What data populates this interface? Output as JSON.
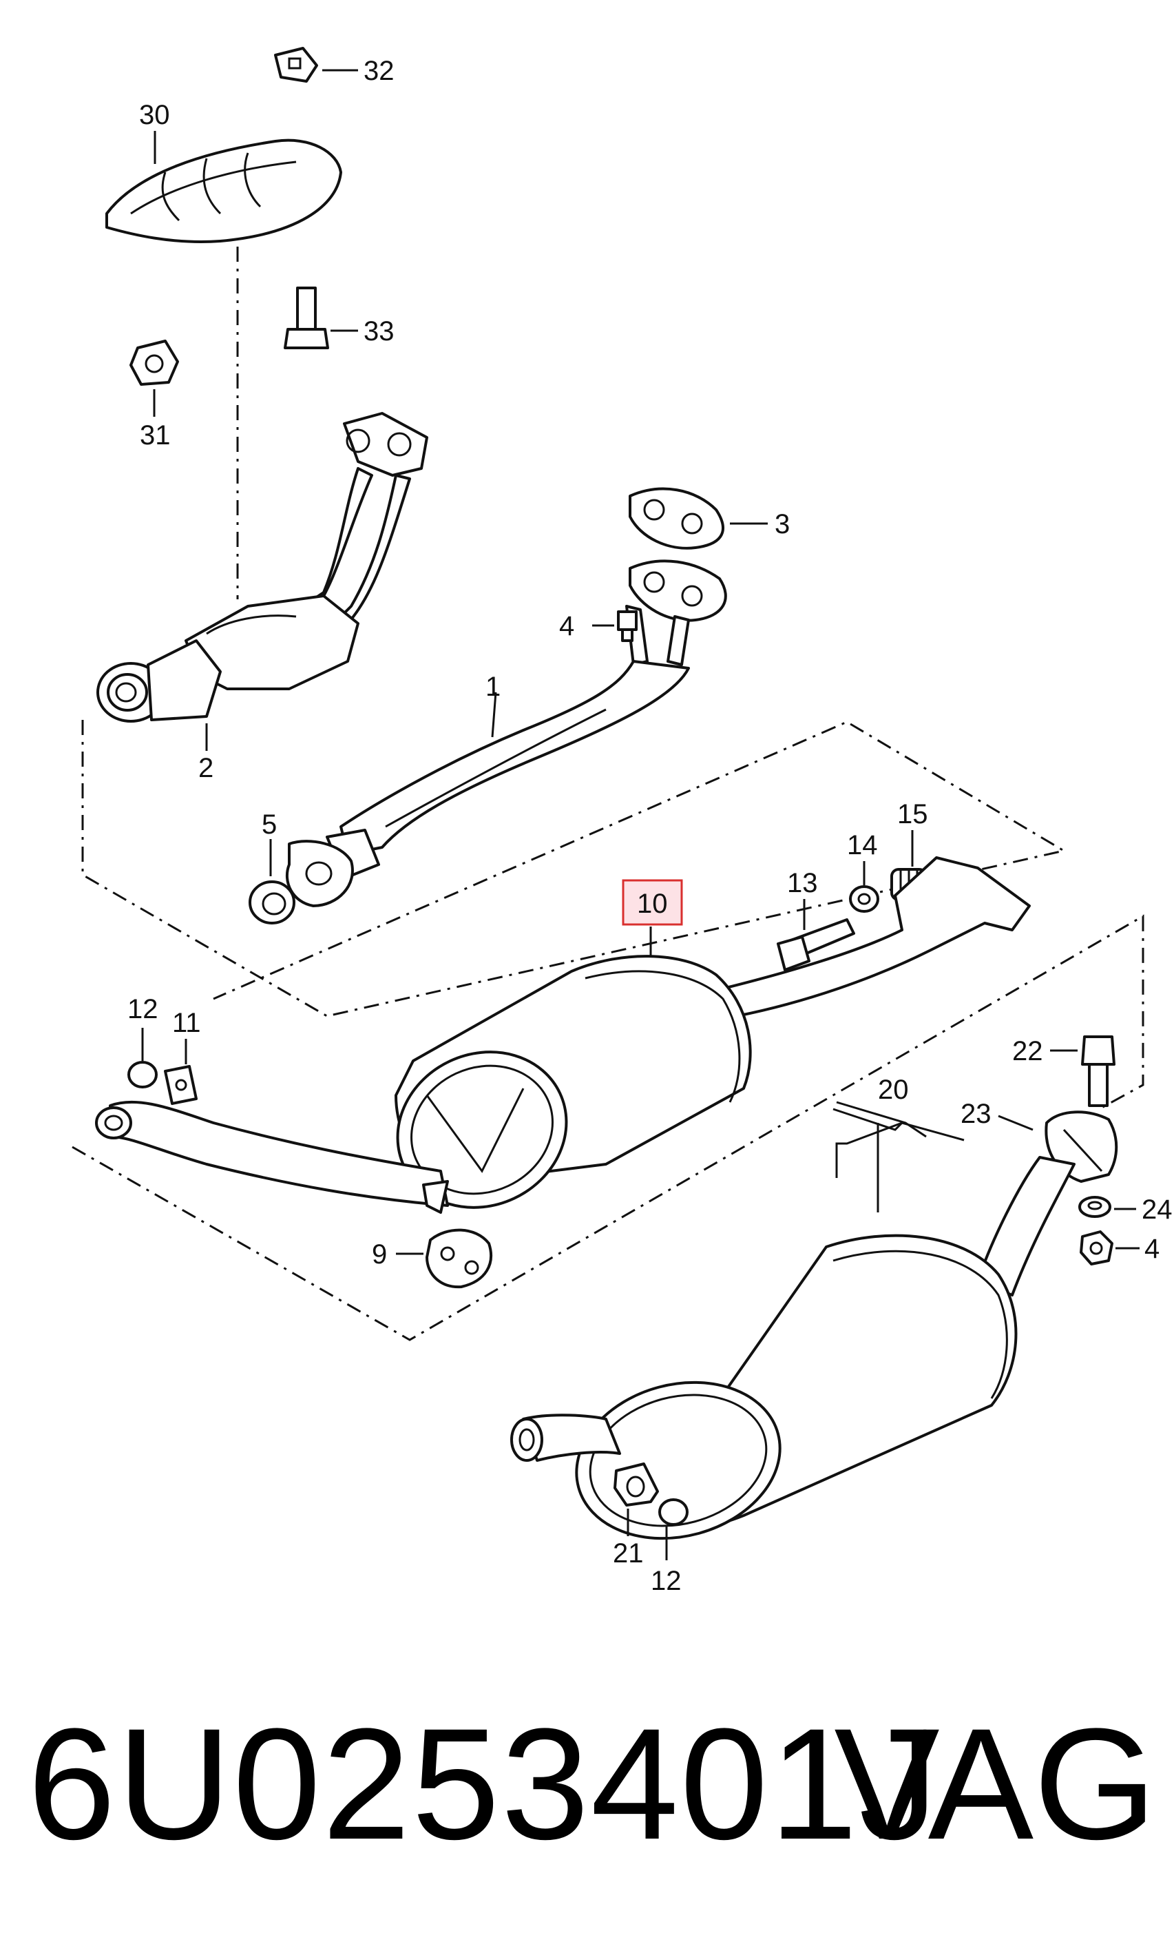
{
  "callouts": {
    "c1": "1",
    "c2": "2",
    "c3": "3",
    "c4a": "4",
    "c4b": "4",
    "c5": "5",
    "c9": "9",
    "c10": "10",
    "c11": "11",
    "c12a": "12",
    "c12b": "12",
    "c13": "13",
    "c14": "14",
    "c15": "15",
    "c20": "20",
    "c21": "21",
    "c22": "22",
    "c23": "23",
    "c24": "24",
    "c30": "30",
    "c31": "31",
    "c32": "32",
    "c33": "33"
  },
  "highlighted_callout": "10",
  "highlight_color": "#d9302f",
  "footer": {
    "part_number": "6U0253401J",
    "brand": "VAG"
  }
}
